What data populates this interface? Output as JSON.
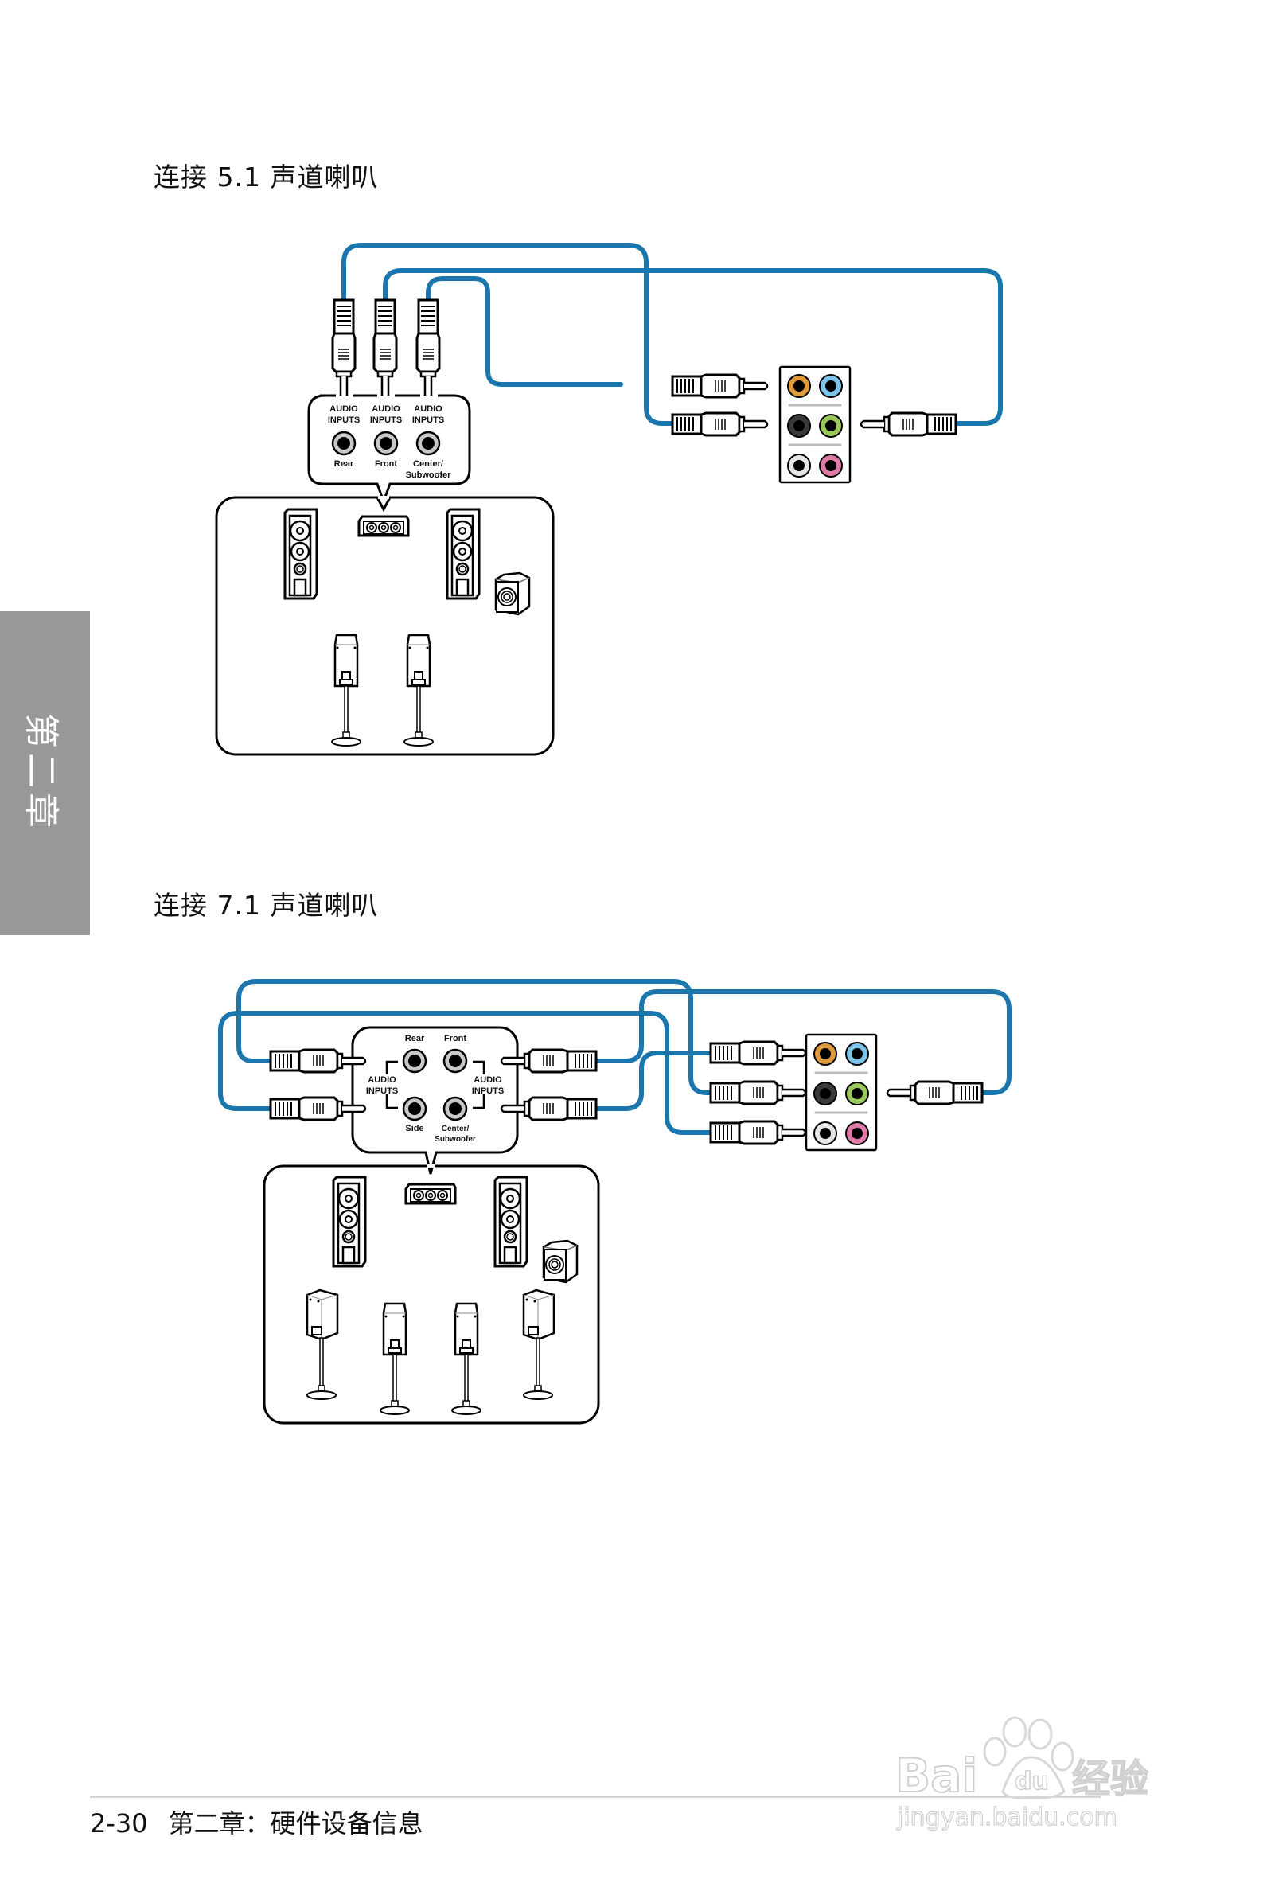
{
  "section_51": {
    "heading": "连接 5.1 声道喇叭",
    "jack_box": {
      "jacks": [
        {
          "top_label_1": "AUDIO",
          "top_label_2": "INPUTS",
          "name": "Rear"
        },
        {
          "top_label_1": "AUDIO",
          "top_label_2": "INPUTS",
          "name": "Front"
        },
        {
          "top_label_1": "AUDIO",
          "top_label_2": "INPUTS",
          "name": "Center/",
          "name_2": "Subwoofer"
        }
      ]
    },
    "speakers": [
      "front-left-tower",
      "center",
      "front-right-tower",
      "subwoofer",
      "rear-left-satellite",
      "rear-right-satellite"
    ],
    "io_panel_jack_colors": [
      "#e09a3e",
      "#7ec4ea",
      "#3a3a3a",
      "#9bc85a",
      "#e6e6e6",
      "#e07aa8"
    ]
  },
  "section_71": {
    "heading": "连接 7.1 声道喇叭",
    "jack_box": {
      "rear_label": "Rear",
      "front_label": "Front",
      "side_label": "Side",
      "center_label_1": "Center/",
      "center_label_2": "Subwoofer",
      "left_group_1": "AUDIO",
      "left_group_2": "INPUTS",
      "right_group_1": "AUDIO",
      "right_group_2": "INPUTS"
    },
    "speakers": [
      "front-left-tower",
      "center",
      "front-right-tower",
      "subwoofer",
      "side-left-satellite",
      "rear-left-satellite",
      "rear-right-satellite",
      "side-right-satellite"
    ],
    "io_panel_jack_colors": [
      "#e09a3e",
      "#7ec4ea",
      "#3a3a3a",
      "#9bc85a",
      "#e6e6e6",
      "#e07aa8"
    ]
  },
  "side_tab": {
    "label": "第二章",
    "color": "#97989a"
  },
  "footer": {
    "page": "2-30",
    "title": "第二章：硬件设备信息"
  },
  "watermark": {
    "brand": "Baidu经验",
    "url": "jingyan.baidu.com"
  },
  "colors": {
    "cable": "#1a76ad"
  }
}
